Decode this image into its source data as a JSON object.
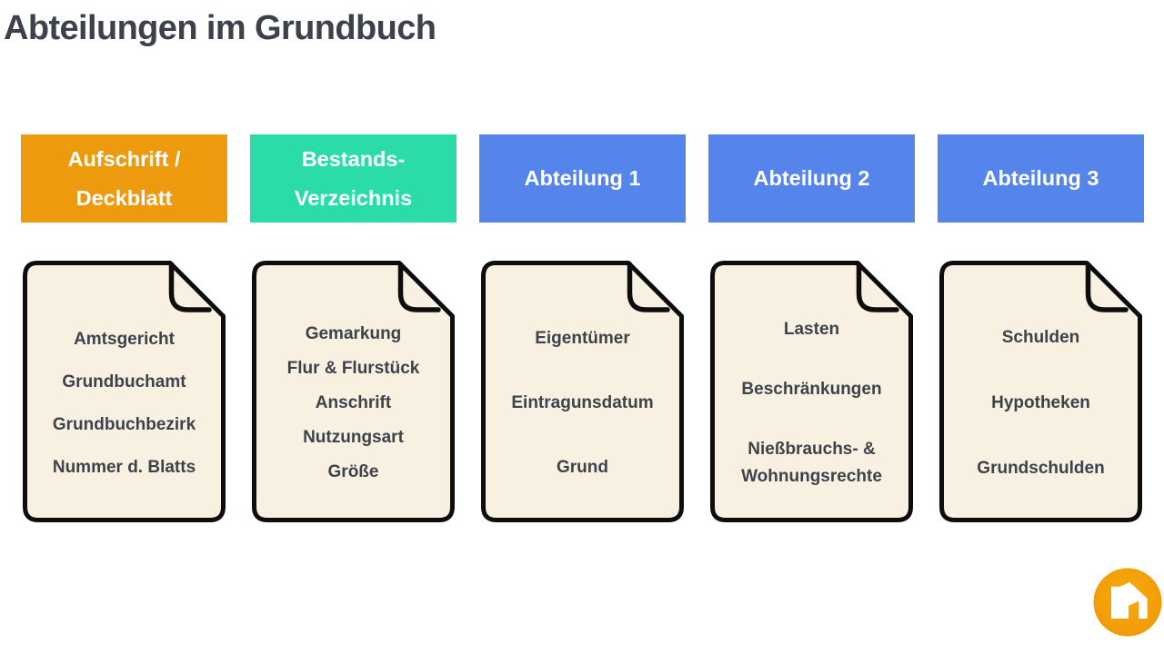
{
  "page_title": "Abteilungen im Grundbuch",
  "colors": {
    "title_text": "#3c414b",
    "card_text": "#3e424d",
    "card_fill": "#f8f1e1",
    "card_border": "#0d0d0d",
    "header_text": "#ffffff",
    "orange": "#ee9a0e",
    "teal": "#2bdca9",
    "blue": "#5584eb",
    "logo_orange": "#f49f06",
    "logo_glyph": "#ffffff"
  },
  "columns": [
    {
      "id": "aufschrift-deckblatt",
      "color": "#ee9a0e",
      "header_lines": [
        "Aufschrift /",
        "Deckblatt"
      ],
      "items": [
        "Amtsgericht",
        "Grundbuchamt",
        "Grundbuchbezirk",
        "Nummer d. Blatts"
      ]
    },
    {
      "id": "bestands-verzeichnis",
      "color": "#2bdca9",
      "header_lines": [
        "Bestands-",
        "Verzeichnis"
      ],
      "items": [
        "Gemarkung",
        "Flur & Flurstück",
        "Anschrift",
        "Nutzungsart",
        "Größe"
      ]
    },
    {
      "id": "abteilung-1",
      "color": "#5584eb",
      "header_lines": [
        "Abteilung 1",
        ""
      ],
      "items": [
        "Eigentümer",
        "Eintragunsdatum",
        "Grund"
      ]
    },
    {
      "id": "abteilung-2",
      "color": "#5584eb",
      "header_lines": [
        "Abteilung 2",
        ""
      ],
      "items": [
        "Lasten",
        "Beschränkungen",
        "Nießbrauchs- & Wohnungsrechte"
      ]
    },
    {
      "id": "abteilung-3",
      "color": "#5584eb",
      "header_lines": [
        "Abteilung 3",
        ""
      ],
      "items": [
        "Schulden",
        "Hypotheken",
        "Grundschulden"
      ]
    }
  ]
}
